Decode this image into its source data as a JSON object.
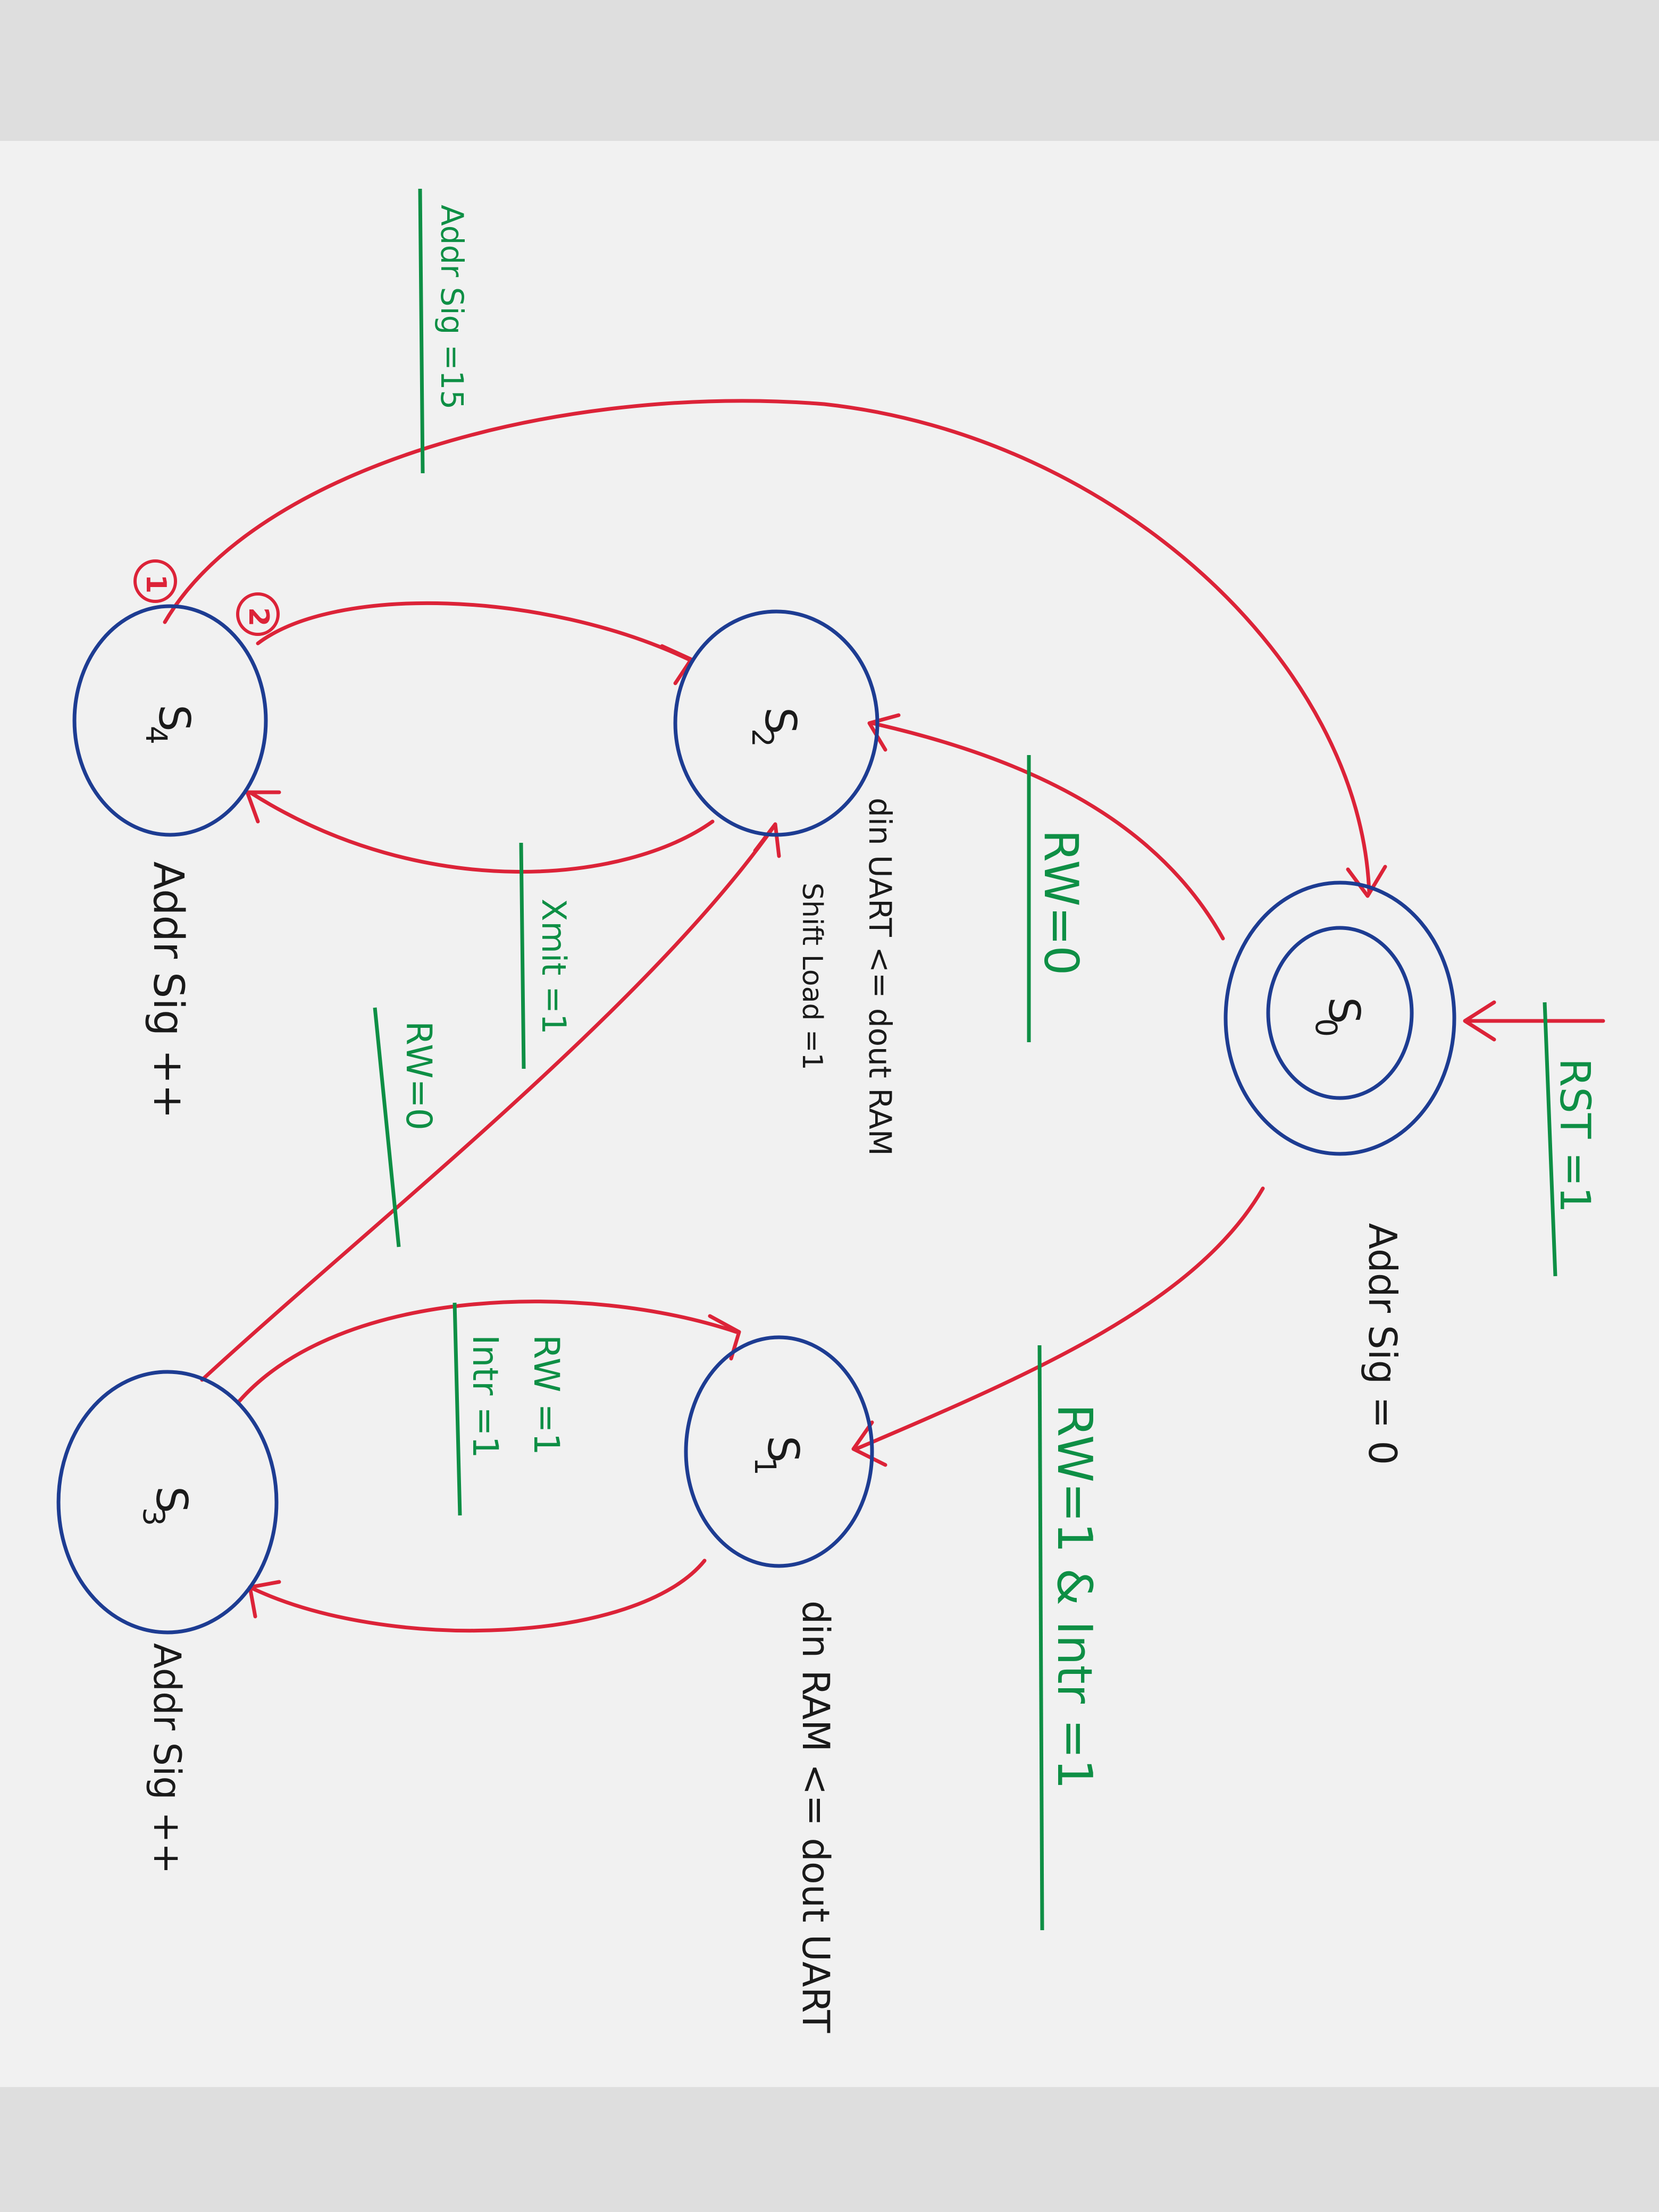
{
  "colors": {
    "state_stroke": "#1d3c92",
    "transition": "#dc2338",
    "condition": "#0e8f45",
    "action": "#1a1a1a"
  },
  "states": [
    {
      "id": "S0",
      "letter": "S",
      "index": "0",
      "action": "Addr Sig = 0",
      "initial": true
    },
    {
      "id": "S1",
      "letter": "S",
      "index": "1",
      "action": "din RAM <= dout UART"
    },
    {
      "id": "S2",
      "letter": "S",
      "index": "2",
      "action_lines": [
        "din UART <= dout RAM",
        "Shift Load =1"
      ]
    },
    {
      "id": "S3",
      "letter": "S",
      "index": "3",
      "action": "Addr Sig ++"
    },
    {
      "id": "S4",
      "letter": "S",
      "index": "4",
      "action": "Addr Sig ++"
    }
  ],
  "transitions": [
    {
      "from": "reset",
      "to": "S0",
      "condition": "RST =1"
    },
    {
      "from": "S0",
      "to": "S1",
      "condition": "RW=1 & Intr =1"
    },
    {
      "from": "S0",
      "to": "S2",
      "condition": "RW=0"
    },
    {
      "from": "S1",
      "to": "S3",
      "condition": ""
    },
    {
      "from": "S3",
      "to": "S1",
      "condition_lines": [
        "RW =1",
        "Intr =1"
      ]
    },
    {
      "from": "S3",
      "to": "S2",
      "condition": "RW=0"
    },
    {
      "from": "S2",
      "to": "S4",
      "condition": "Xmit =1"
    },
    {
      "from": "S4",
      "to": "S2",
      "priority": "2",
      "condition": ""
    },
    {
      "from": "S4",
      "to": "S0",
      "priority": "1",
      "condition": "Addr Sig =15"
    }
  ]
}
